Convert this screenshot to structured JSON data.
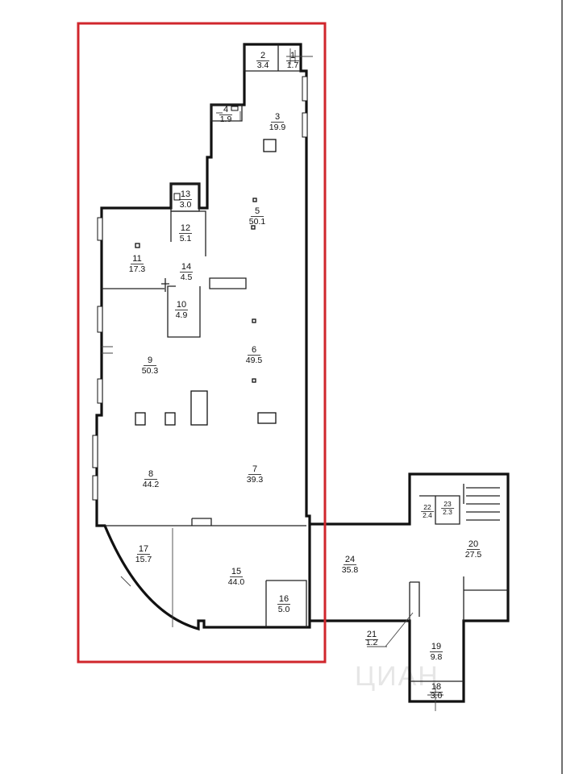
{
  "rooms": [
    {
      "id": "r1",
      "num": "1",
      "area": "1.7"
    },
    {
      "id": "r2",
      "num": "2",
      "area": "3.4"
    },
    {
      "id": "r3",
      "num": "3",
      "area": "19.9"
    },
    {
      "id": "r4",
      "num": "4",
      "area": "1.9"
    },
    {
      "id": "r5",
      "num": "5",
      "area": "50.1"
    },
    {
      "id": "r6",
      "num": "6",
      "area": "49.5"
    },
    {
      "id": "r7",
      "num": "7",
      "area": "39.3"
    },
    {
      "id": "r8",
      "num": "8",
      "area": "44.2"
    },
    {
      "id": "r9",
      "num": "9",
      "area": "50.3"
    },
    {
      "id": "r10",
      "num": "10",
      "area": "4.9"
    },
    {
      "id": "r11",
      "num": "11",
      "area": "17.3"
    },
    {
      "id": "r12",
      "num": "12",
      "area": "5.1"
    },
    {
      "id": "r13",
      "num": "13",
      "area": "3.0"
    },
    {
      "id": "r14",
      "num": "14",
      "area": "4.5"
    },
    {
      "id": "r15",
      "num": "15",
      "area": "44.0"
    },
    {
      "id": "r16",
      "num": "16",
      "area": "5.0"
    },
    {
      "id": "r17",
      "num": "17",
      "area": "15.7"
    },
    {
      "id": "r18",
      "num": "18",
      "area": "3.0"
    },
    {
      "id": "r19",
      "num": "19",
      "area": "9.8"
    },
    {
      "id": "r20",
      "num": "20",
      "area": "27.5"
    },
    {
      "id": "r21",
      "num": "21",
      "area": "1.2"
    },
    {
      "id": "r22",
      "num": "22",
      "area": "2.4"
    },
    {
      "id": "r23",
      "num": "23",
      "area": "2.3"
    },
    {
      "id": "r24",
      "num": "24",
      "area": "35.8"
    }
  ],
  "watermark": "ЦИАН",
  "colors": {
    "highlight_frame": "#d0262c",
    "walls": "#111111",
    "background": "#ffffff"
  }
}
